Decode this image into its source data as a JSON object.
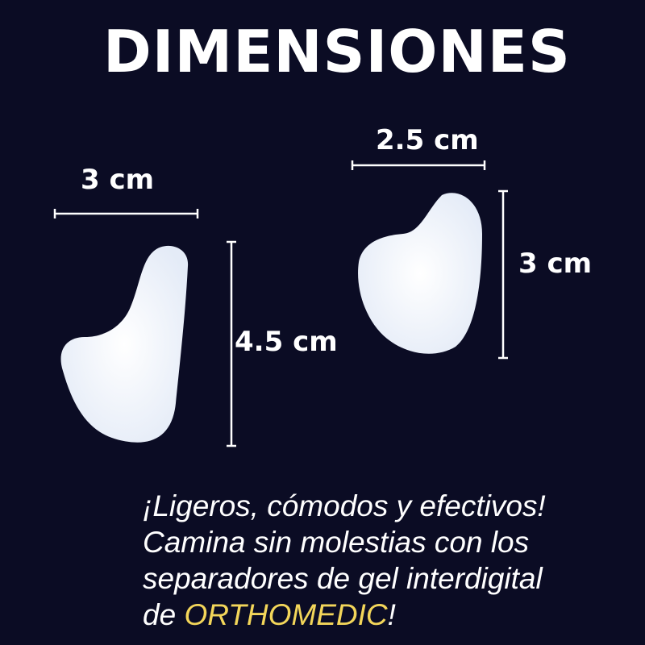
{
  "title": "DIMENSIONES",
  "left_piece": {
    "width_label": "3 cm",
    "height_label": "4.5 cm"
  },
  "right_piece": {
    "width_label": "2.5 cm",
    "height_label": "3 cm"
  },
  "caption": {
    "line1": "¡Ligeros, cómodos y efectivos!",
    "line2": "Camina sin molestias con los",
    "line3": "separadores de gel interdigital",
    "line4_prefix": "de ",
    "brand": "ORTHOMEDIC",
    "line4_suffix": "!"
  },
  "colors": {
    "background": "#0b0c24",
    "brand": "#f3d65a",
    "text": "#ffffff"
  }
}
